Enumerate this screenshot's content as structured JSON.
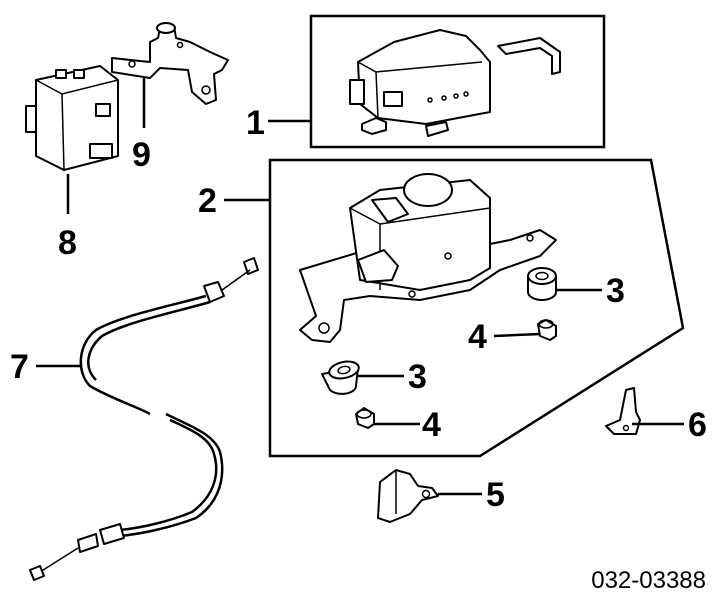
{
  "diagram": {
    "part_number": "032-03388",
    "callouts": [
      {
        "id": "c1",
        "label": "1"
      },
      {
        "id": "c2",
        "label": "2"
      },
      {
        "id": "c3a",
        "label": "3"
      },
      {
        "id": "c3b",
        "label": "3"
      },
      {
        "id": "c4a",
        "label": "4"
      },
      {
        "id": "c4b",
        "label": "4"
      },
      {
        "id": "c5",
        "label": "5"
      },
      {
        "id": "c6",
        "label": "6"
      },
      {
        "id": "c7",
        "label": "7"
      },
      {
        "id": "c8",
        "label": "8"
      },
      {
        "id": "c9",
        "label": "9"
      }
    ]
  }
}
